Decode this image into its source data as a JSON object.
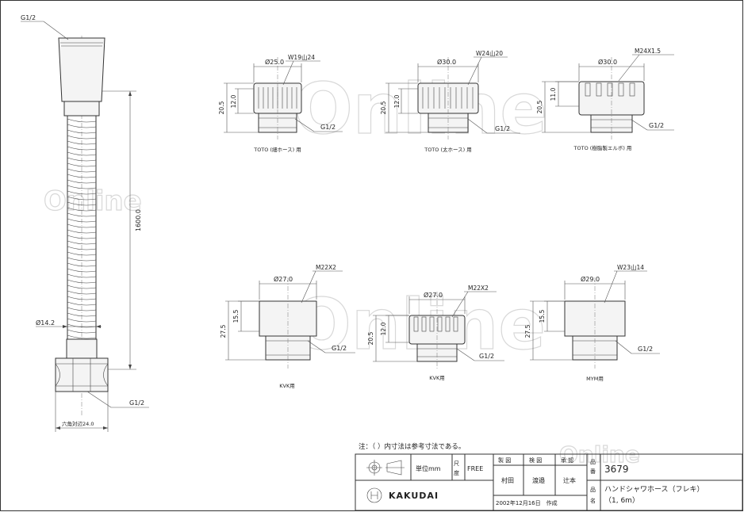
{
  "hose": {
    "top_thread": "G1/2",
    "length": "1600.0",
    "diameter": "Ø14.2",
    "nut_size": "六角対辺24.0",
    "bottom_thread": "G1/2"
  },
  "adapters": [
    {
      "id": "toto-thin",
      "dia": "Ø25.0",
      "thread": "W19山24",
      "h_total": "20.5",
      "h_part": "12.0",
      "bottom_thread": "G1/2",
      "caption": "TOTO (細ホース) 用"
    },
    {
      "id": "toto-thick",
      "dia": "Ø30.0",
      "thread": "W24山20",
      "h_total": "20.5",
      "h_part": "12.0",
      "bottom_thread": "G1/2",
      "caption": "TOTO (太ホース) 用"
    },
    {
      "id": "toto-old",
      "dia": "Ø30.0",
      "thread": "M24X1.5",
      "h_total": "20.5",
      "h_part": "11.0",
      "bottom_thread": "G1/2",
      "caption": "TOTO (樹脂製エルボ) 用"
    },
    {
      "id": "kvk-1",
      "dia": "Ø27.0",
      "thread": "M22X2",
      "h_total": "27.5",
      "h_part": "15.5",
      "bottom_thread": "G1/2",
      "caption": "KVK用"
    },
    {
      "id": "kvk-2",
      "dia": "Ø27.0",
      "thread": "M22X2",
      "h_total": "20.5",
      "h_part": "12.0",
      "bottom_thread": "G1/2",
      "caption": "KVK用"
    },
    {
      "id": "mym",
      "dia": "Ø29.0",
      "thread": "W23山14",
      "h_total": "27.5",
      "h_part": "15.5",
      "bottom_thread": "G1/2",
      "caption": "MYM用"
    }
  ],
  "watermark": "Online",
  "note": "注：（ ）内寸法は参考寸法である。",
  "title_block": {
    "unit_label": "単位mm",
    "scale_label": "尺度",
    "scale_value": "FREE",
    "drawn_h": "製 図",
    "checked_h": "検 図",
    "approved_h": "承 認",
    "drawn": "村田",
    "checked": "渡邉",
    "approved": "辻本",
    "number_label": "品番",
    "number": "3679",
    "name_label": "品名",
    "name1": "ハンドシャワホース（フレキ）",
    "name2": "（1, 6m）",
    "date": "2002年12月16日　作成",
    "brand": "KAKUDAI"
  },
  "colors": {
    "line": "#333333",
    "paper": "#ffffff",
    "watermark": "#d8d8d8"
  }
}
